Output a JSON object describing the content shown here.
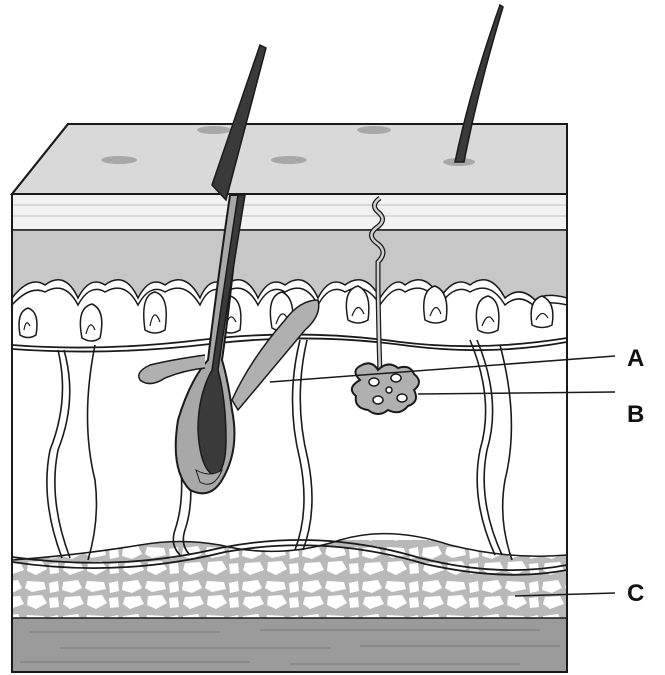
{
  "labels": {
    "a": "A",
    "b": "B",
    "c": "C"
  },
  "colors": {
    "outline": "#1a1a1a",
    "top_surface": "#d9d9d9",
    "pore": "#a8a8a8",
    "epidermis_light": "#f2f2f2",
    "epidermis_mid": "#c7c7c7",
    "dermis": "#ffffff",
    "fat_cells": "#b9b9b9",
    "muscle": "#9b9b9b",
    "hair_dark": "#4a4a4a",
    "gland_gray": "#b0b0b0"
  }
}
